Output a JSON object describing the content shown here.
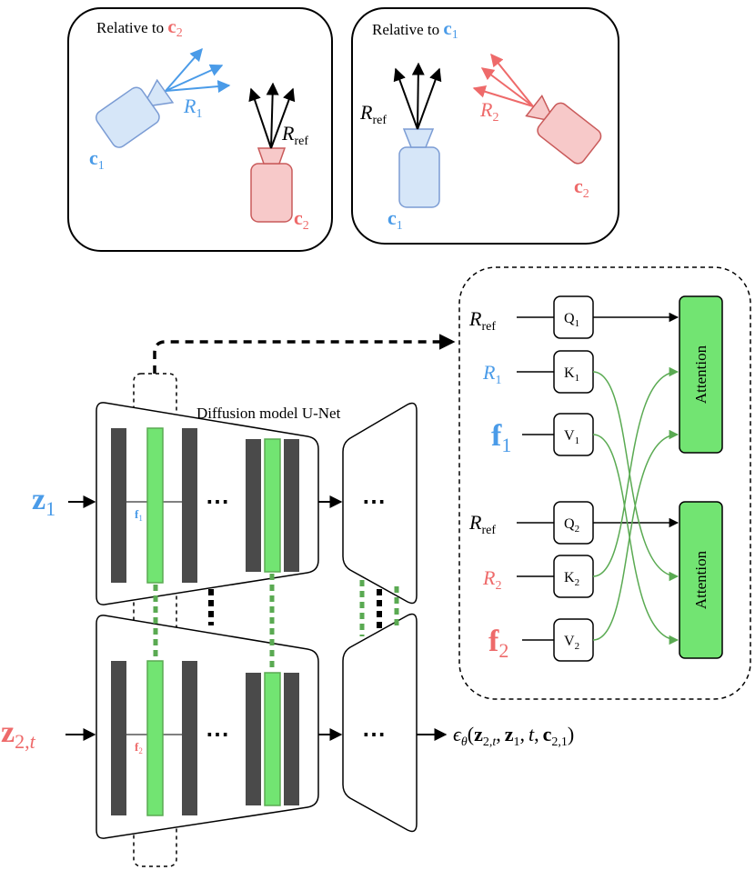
{
  "colors": {
    "blue": "#4a9be8",
    "red": "#ee6a6a",
    "green_fill": "#72e472",
    "green_line": "#5aaa52",
    "dark_block": "#4a4a4a",
    "cam_blue_fill": "#d6e6f8",
    "cam_blue_stroke": "#7b9cd4",
    "cam_red_fill": "#f7c9c9",
    "cam_red_stroke": "#c95a5a"
  },
  "panels": {
    "left": {
      "title": "Relative to ",
      "title_cam": "c",
      "title_sub": "2",
      "cam1": "c",
      "cam1_sub": "1",
      "cam2": "c",
      "cam2_sub": "2",
      "r1": "R",
      "r1_sub": "1",
      "rref": "R",
      "rref_sub": "ref"
    },
    "right": {
      "title": "Relative to ",
      "title_cam": "c",
      "title_sub": "1",
      "cam1": "c",
      "cam1_sub": "1",
      "cam2": "c",
      "cam2_sub": "2",
      "r2": "R",
      "r2_sub": "2",
      "rref": "R",
      "rref_sub": "ref"
    }
  },
  "unet": {
    "title": "Diffusion model U-Net",
    "dots": "⋯",
    "input1": "z",
    "input1_sub": "1",
    "input2": "z",
    "input2_sub": "2,",
    "input2_t": "t",
    "feat1": "f",
    "feat1_sub": "1",
    "feat2": "f",
    "feat2_sub": "2",
    "output": {
      "eps": "ϵ",
      "theta": "θ",
      "open": "(",
      "z2": "z",
      "z2_sub": "2,",
      "z2_t": "t",
      "comma1": ",",
      "z1": "z",
      "z1_sub": "1",
      "comma2": ",",
      "t": "t",
      "comma3": ",",
      "c": "c",
      "c_sub": "2,1",
      "close": ")"
    }
  },
  "attention": {
    "rows": [
      {
        "label": "R",
        "label_sub": "ref",
        "box": "Q",
        "box_sub": "1"
      },
      {
        "label": "R",
        "label_sub": "1",
        "box": "K",
        "box_sub": "1"
      },
      {
        "label": "f",
        "label_sub": "1",
        "box": "V",
        "box_sub": "1"
      },
      {
        "label": "R",
        "label_sub": "ref",
        "box": "Q",
        "box_sub": "2"
      },
      {
        "label": "R",
        "label_sub": "2",
        "box": "K",
        "box_sub": "2"
      },
      {
        "label": "f",
        "label_sub": "2",
        "box": "V",
        "box_sub": "2"
      }
    ],
    "block1": "Attention",
    "block2": "Attention"
  }
}
